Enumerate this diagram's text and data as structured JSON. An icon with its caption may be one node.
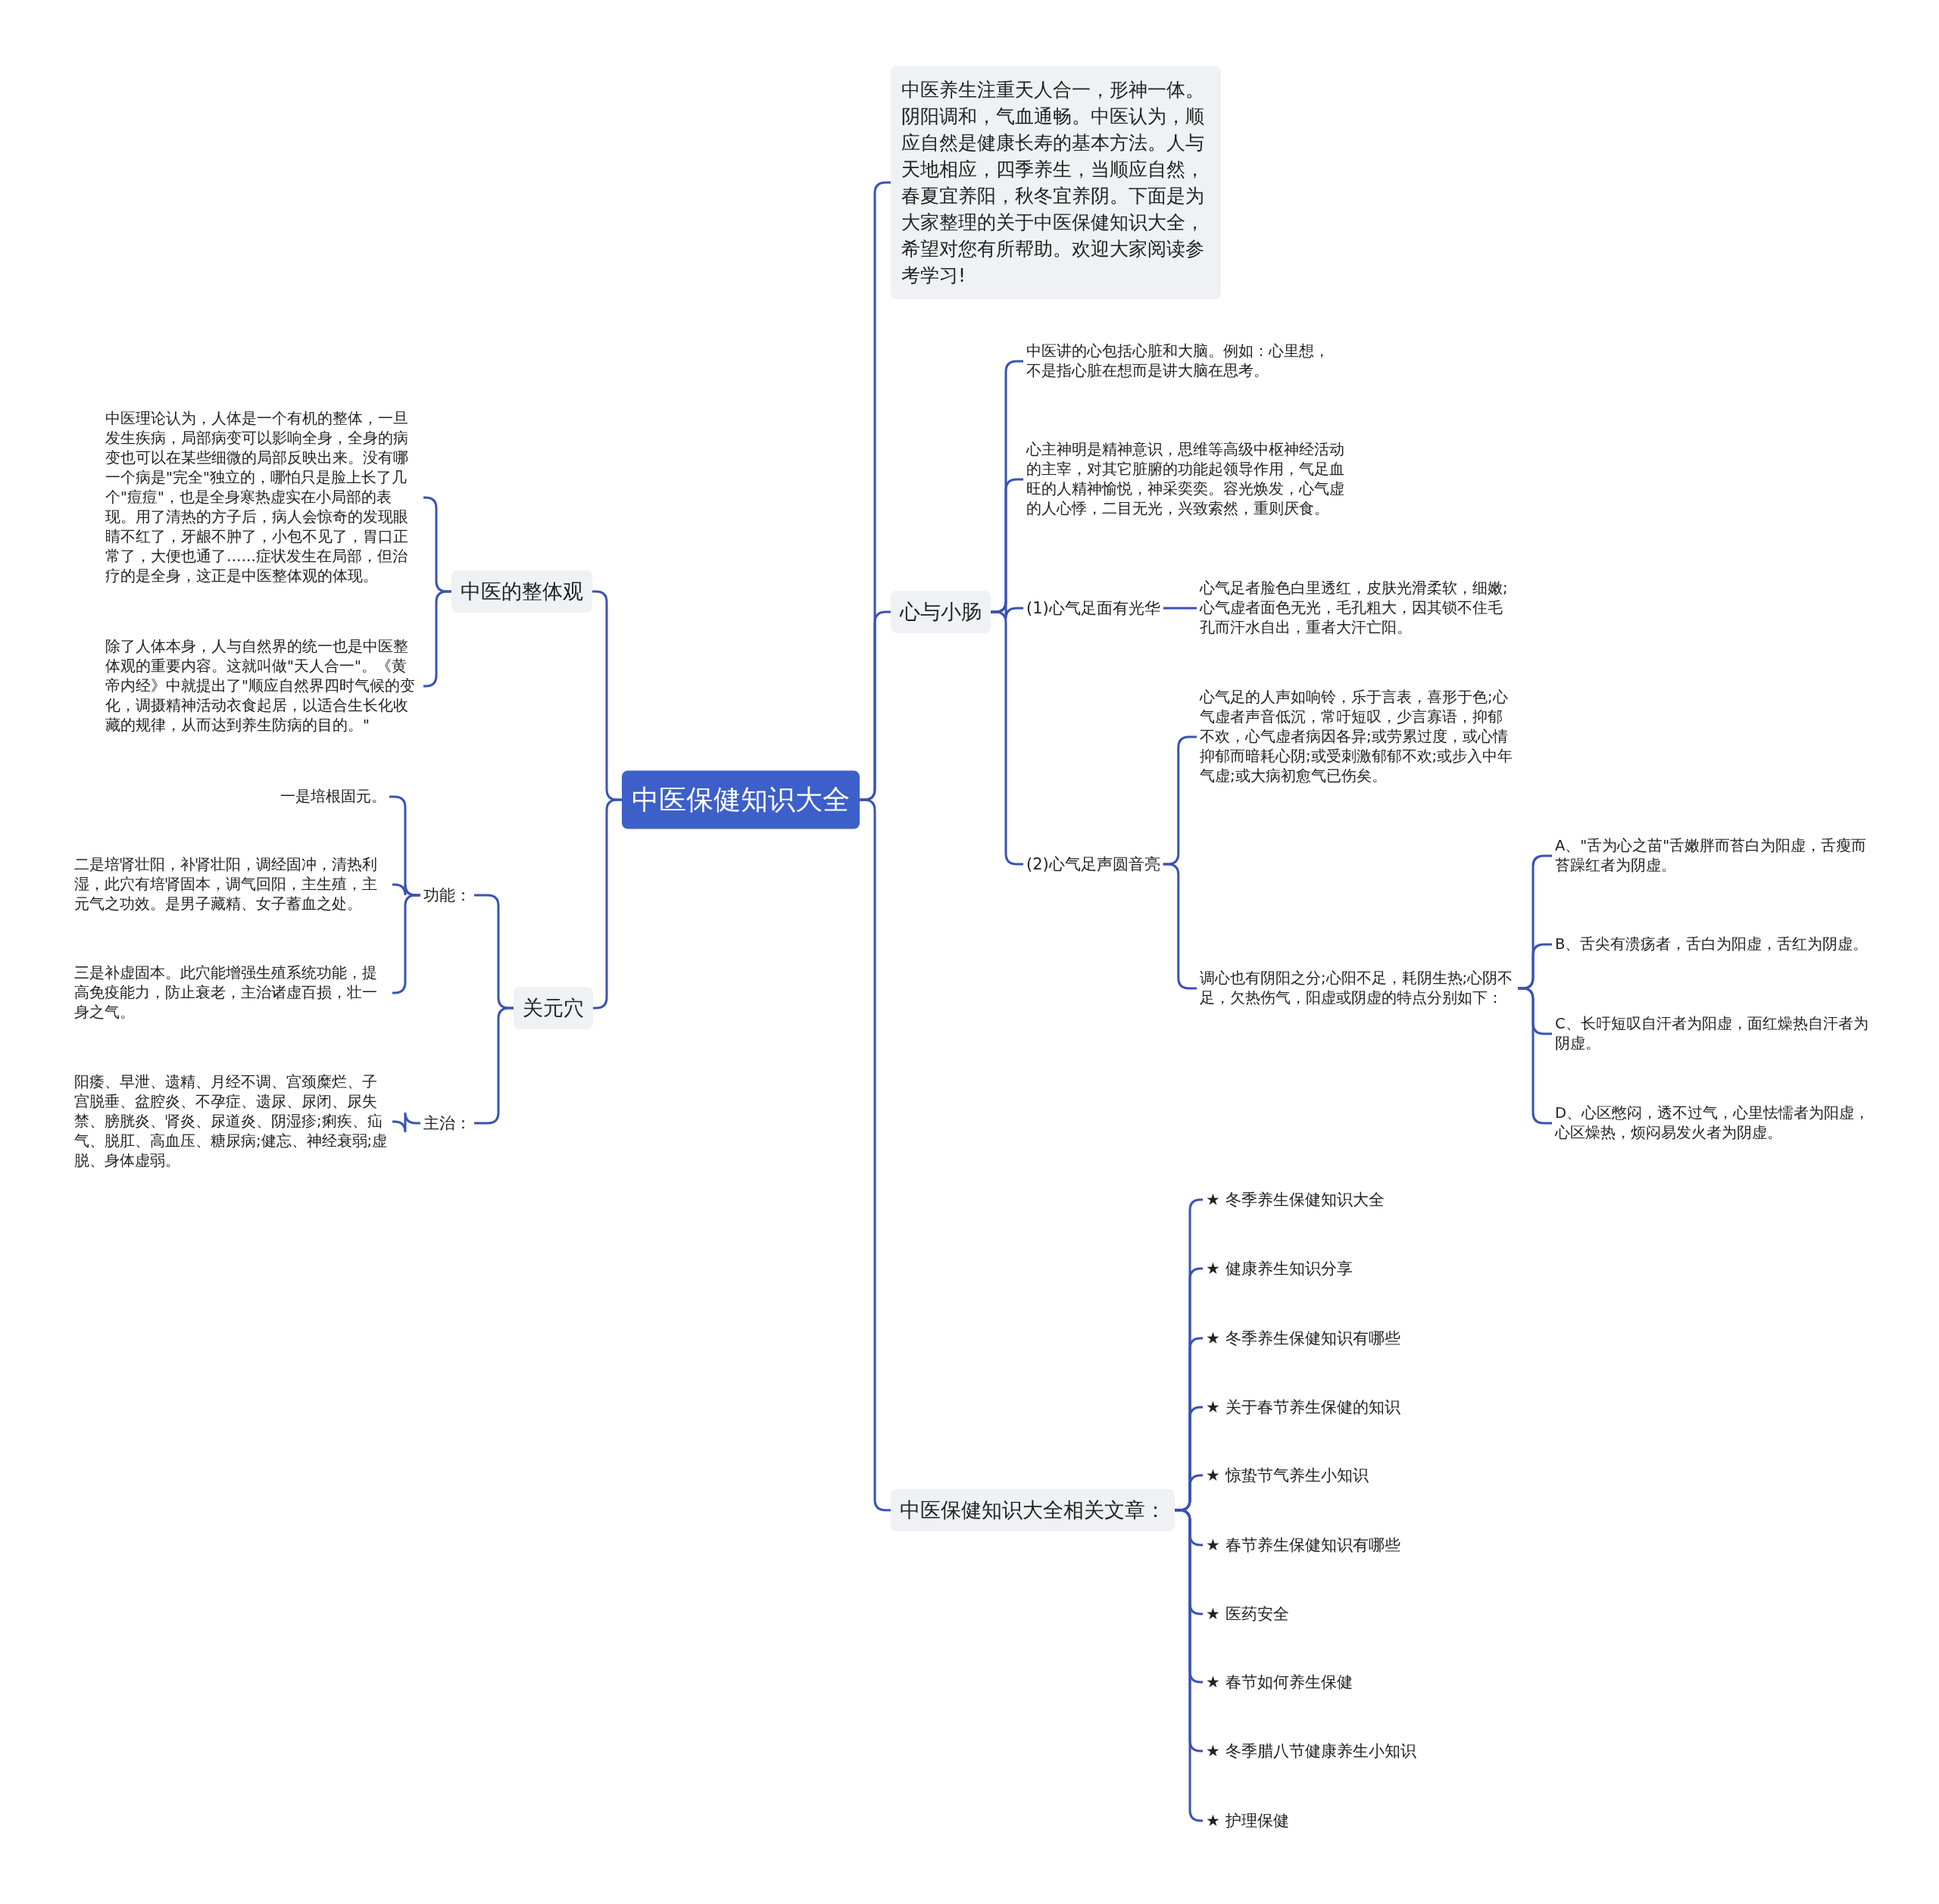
{
  "diagram": {
    "nodes": [
      {
        "text": [
          "中医保健知识大全"
        ]
      },
      {
        "text": [
          "中医的整体观"
        ]
      },
      {
        "text": [
          "中医理论认为，人体是一个有机的整体，一旦发生疾病，局部病变可以影响全身，全身的病变也可以在某些细微的局部反映出来。没有哪一个病是\"完全\"独立的，哪怕只是脸上长了几个\"痘痘\"，也是全身寒热虚实在小局部的表现。用了清热的方子后，病人会惊奇的发现眼睛不红了，牙龈不肿了，小包不见了，胃口正常了，大便也通了……症状发生在局部，但治疗的是全身，这正是中医整体观的体现。"
        ]
      },
      {
        "text": [
          "除了人体本身，人与自然界的统一也是中医整体观的重要内容。这就叫做\"天人合一\"。《黄帝内经》中就提出了\"顺应自然界四时气候的变化，调摄精神活动衣食起居，以适合生长化收藏的规律，从而达到养生防病的目的。\""
        ]
      },
      {
        "text": [
          "关元穴"
        ]
      },
      {
        "text": [
          "功能："
        ]
      },
      {
        "text": [
          "一是培根固元。"
        ]
      },
      {
        "text": [
          "二是培肾壮阳，补肾壮阳，调经固冲，清热利湿，此穴有培肾固本，调气回阳，主生殖，主元气之功效。是男子藏精、女子蓄血之处。"
        ]
      },
      {
        "text": [
          "三是补虚固本。此穴能增强生殖系统功能，提高免疫能力，防止衰老，主治诸虚百损，壮一身之气。"
        ]
      },
      {
        "text": [
          "主治："
        ]
      },
      {
        "text": [
          "阳痿、早泄、遗精、月经不调、宫颈糜烂、子宫脱垂、盆腔炎、不孕症、遗尿、尿闭、尿失禁、膀胱炎、肾炎、尿道炎、阴湿疹;痢疾、疝气、脱肛、高血压、糖尿病;健忘、神经衰弱;虚脱、身体虚弱。"
        ]
      },
      {
        "text": [
          "中医养生注重天人合一，形神一体。阴阳调和，气血通畅。中医认为，顺应自然是健康长寿的基本方法。人与天地相应，四季养生，当顺应自然，春夏宜养阳，秋冬宜养阴。下面是为大家整理的关于中医保健知识大全，希望对您有所帮助。欢迎大家阅读参考学习!"
        ]
      },
      {
        "text": [
          "心与小肠"
        ]
      },
      {
        "text": [
          "中医讲的心包括心脏和大脑。例如：心里想，不是指心脏在想而是讲大脑在思考。"
        ]
      },
      {
        "text": [
          "心主神明是精神意识，思维等高级中枢神经活动的主宰，对其它脏腑的功能起领导作用，气足血旺的人精神愉悦，神采奕奕。容光焕发，心气虚的人心悸，二目无光，兴致索然，重则厌食。"
        ]
      },
      {
        "text": [
          "(1)心气足面有光华"
        ]
      },
      {
        "text": [
          "心气足者脸色白里透红，皮肤光滑柔软，细嫩;心气虚者面色无光，毛孔粗大，因其锁不住毛孔而汗水自出，重者大汗亡阳。"
        ]
      },
      {
        "text": [
          "(2)心气足声圆音亮"
        ]
      },
      {
        "text": [
          "心气足的人声如响铃，乐于言表，喜形于色;心气虚者声音低沉，常吁短叹，少言寡语，抑郁不欢，心气虚者病因各异;或劳累过度，或心情抑郁而暗耗心阴;或受刺激郁郁不欢;或步入中年气虚;或大病初愈气已伤矣。"
        ]
      },
      {
        "text": [
          "调心也有阴阳之分;心阳不足，耗阴生热;心阴不足，欠热伤气，阳虚或阴虚的特点分别如下："
        ]
      },
      {
        "text": [
          "A、\"舌为心之苗\"舌嫩胖而苔白为阳虚，舌瘦而苔躁红者为阴虚。"
        ]
      },
      {
        "text": [
          "B、舌尖有溃疡者，舌白为阳虚，舌红为阴虚。"
        ]
      },
      {
        "text": [
          "C、长吁短叹自汗者为阳虚，面红燥热自汗者为阴虚。"
        ]
      },
      {
        "text": [
          "D、心区憋闷，透不过气，心里怯懦者为阳虚，心区燥热，烦闷易发火者为阴虚。"
        ]
      },
      {
        "text": [
          "中医保健知识大全相关文章："
        ]
      },
      {
        "text": [
          "★ 冬季养生保健知识大全"
        ]
      },
      {
        "text": [
          "★ 健康养生知识分享"
        ]
      },
      {
        "text": [
          "★ 冬季养生保健知识有哪些"
        ]
      },
      {
        "text": [
          "★ 关于春节养生保健的知识"
        ]
      },
      {
        "text": [
          "★ 惊蛰节气养生小知识"
        ]
      },
      {
        "text": [
          "★ 春节养生保健知识有哪些"
        ]
      },
      {
        "text": [
          "★ 医药安全"
        ]
      },
      {
        "text": [
          "★ 春节如何养生保健"
        ]
      },
      {
        "text": [
          "★ 冬季腊八节健康养生小知识"
        ]
      },
      {
        "text": [
          "★ 护理保健"
        ]
      }
    ],
    "edges": [
      {
        "from": 0,
        "to": 1,
        "arrow": "none"
      },
      {
        "from": 1,
        "to": 2,
        "arrow": "none"
      },
      {
        "from": 1,
        "to": 3,
        "arrow": "none"
      },
      {
        "from": 0,
        "to": 4,
        "arrow": "none"
      },
      {
        "from": 4,
        "to": 5,
        "arrow": "none"
      },
      {
        "from": 5,
        "to": 6,
        "arrow": "none"
      },
      {
        "from": 5,
        "to": 7,
        "arrow": "none"
      },
      {
        "from": 5,
        "to": 8,
        "arrow": "none"
      },
      {
        "from": 4,
        "to": 9,
        "arrow": "none"
      },
      {
        "from": 9,
        "to": 10,
        "arrow": "none"
      },
      {
        "from": 0,
        "to": 11,
        "arrow": "none"
      },
      {
        "from": 0,
        "to": 12,
        "arrow": "none"
      },
      {
        "from": 12,
        "to": 13,
        "arrow": "none"
      },
      {
        "from": 12,
        "to": 14,
        "arrow": "none"
      },
      {
        "from": 12,
        "to": 15,
        "arrow": "none"
      },
      {
        "from": 15,
        "to": 16,
        "arrow": "none"
      },
      {
        "from": 12,
        "to": 17,
        "arrow": "none"
      },
      {
        "from": 17,
        "to": 18,
        "arrow": "none"
      },
      {
        "from": 17,
        "to": 19,
        "arrow": "none"
      },
      {
        "from": 19,
        "to": 20,
        "arrow": "none"
      },
      {
        "from": 19,
        "to": 21,
        "arrow": "none"
      },
      {
        "from": 19,
        "to": 22,
        "arrow": "none"
      },
      {
        "from": 19,
        "to": 23,
        "arrow": "none"
      },
      {
        "from": 0,
        "to": 24,
        "arrow": "none"
      },
      {
        "from": 24,
        "to": 25,
        "arrow": "none"
      },
      {
        "from": 24,
        "to": 26,
        "arrow": "none"
      },
      {
        "from": 24,
        "to": 27,
        "arrow": "none"
      },
      {
        "from": 24,
        "to": 28,
        "arrow": "none"
      },
      {
        "from": 24,
        "to": 29,
        "arrow": "none"
      },
      {
        "from": 24,
        "to": 30,
        "arrow": "none"
      },
      {
        "from": 24,
        "to": 31,
        "arrow": "none"
      },
      {
        "from": 24,
        "to": 32,
        "arrow": "none"
      },
      {
        "from": 24,
        "to": 33,
        "arrow": "none"
      },
      {
        "from": 24,
        "to": 34,
        "arrow": "none"
      }
    ]
  }
}
